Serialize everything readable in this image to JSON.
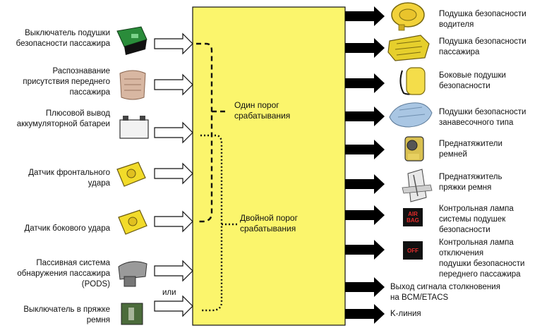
{
  "inputs": [
    {
      "label": "Выключатель подушки\nбезопасности пассажира",
      "icon": "airbag-switch-icon"
    },
    {
      "label": "Распознавание\nприсутствия переднего\nпассажира",
      "icon": "seat-sensor-icon"
    },
    {
      "label": "Плюсовой вывод\nаккумуляторной батареи",
      "icon": "battery-icon"
    },
    {
      "label": "Датчик фронтального\nудара",
      "icon": "front-impact-sensor-icon"
    },
    {
      "label": "Датчик бокового удара",
      "icon": "side-impact-sensor-icon"
    },
    {
      "label": "Пассивная система\nобнаружения пассажира\n(PODS)",
      "icon": "pods-sensor-icon"
    },
    {
      "label": "Выключатель в пряжке\nремня",
      "icon": "buckle-switch-icon"
    }
  ],
  "or_label": "или",
  "thresholds": {
    "single": "Один порог\nсрабатывания",
    "double": "Двойной порог\nсрабатывания"
  },
  "outputs": [
    {
      "label": "Подушка безопасности\nводителя",
      "icon": "driver-airbag-icon"
    },
    {
      "label": "Подушка безопасности\nпассажира",
      "icon": "passenger-airbag-icon"
    },
    {
      "label": "Боковые подушки\nбезопасности",
      "icon": "side-airbag-icon"
    },
    {
      "label": "Подушки безопасности\nзанавесочного типа",
      "icon": "curtain-airbag-icon"
    },
    {
      "label": "Преднатяжители\nремней",
      "icon": "pretensioner-icon"
    },
    {
      "label": "Преднатяжитель\nпряжки ремня",
      "icon": "buckle-pretensioner-icon"
    },
    {
      "label": "Контрольная лампа\nсистемы подушек\nбезопасности",
      "icon": "airbag-warning-lamp-icon",
      "lamp_text": "AIR\nBAG"
    },
    {
      "label": "Контрольная лампа\nотключения\nподушки безопасности\nпереднего пассажира",
      "icon": "passenger-airbag-off-lamp-icon",
      "lamp_text": "OFF"
    },
    {
      "label": "Выход сигнала столкновения\nна BCM/ETACS",
      "icon": ""
    },
    {
      "label": "K-линия",
      "icon": ""
    }
  ],
  "colors": {
    "ecu": "#fbf56c",
    "arrow_out": "#000000",
    "arrow_in": "#ffffff",
    "lamp": "#d42020"
  }
}
